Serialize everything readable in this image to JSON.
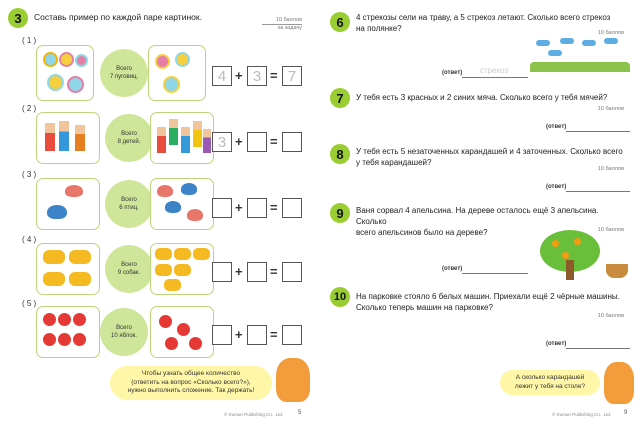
{
  "left": {
    "task_num": "3",
    "instruction": "Составь пример по каждой паре картинок.",
    "points_line1": "10 баллов",
    "points_line2": "за задачу",
    "rows": [
      {
        "label": "( 1 )",
        "oval_l1": "Всего",
        "oval_l2": "7 пуговиц.",
        "box_a": "4",
        "box_b": "3",
        "box_c": "7"
      },
      {
        "label": "( 2 )",
        "oval_l1": "Всего",
        "oval_l2": "8 детей.",
        "box_a": "3",
        "box_b": "",
        "box_c": ""
      },
      {
        "label": "( 3 )",
        "oval_l1": "Всего",
        "oval_l2": "6 птиц.",
        "box_a": "",
        "box_b": "",
        "box_c": ""
      },
      {
        "label": "( 4 )",
        "oval_l1": "Всего",
        "oval_l2": "9 собак.",
        "box_a": "",
        "box_b": "",
        "box_c": ""
      },
      {
        "label": "( 5 )",
        "oval_l1": "Всего",
        "oval_l2": "10 яблок.",
        "box_a": "",
        "box_b": "",
        "box_c": ""
      }
    ],
    "plus": "+",
    "equals": "=",
    "hint_l1": "Чтобы узнать общее количество",
    "hint_l2": "(ответить на вопрос «Сколько всего?»),",
    "hint_l3": "нужно выполнить сложение. Так держать!",
    "copyright": "© Kumon Publishing Co., Ltd.",
    "page_no": "5"
  },
  "right": {
    "tasks": [
      {
        "num": "6",
        "l1": "4 стрекозы сели на траву, а 5 стрекоз летают. Сколько всего стрекоз",
        "l2": "на полянке?",
        "points": "10 баллов",
        "answer_label": "(ответ)",
        "answer_hint": "стрекоз"
      },
      {
        "num": "7",
        "l1": "У тебя есть 3 красных и 2 синих мяча. Сколько всего у тебя мячей?",
        "l2": "",
        "points": "10 баллов",
        "answer_label": "(ответ)",
        "answer_hint": ""
      },
      {
        "num": "8",
        "l1": "У тебя есть 5 незаточенных карандашей и 4 заточенных. Сколько всего",
        "l2": "у тебя карандашей?",
        "points": "10 баллов",
        "answer_label": "(ответ)",
        "answer_hint": ""
      },
      {
        "num": "9",
        "l1": "Ваня сорвал 4 апельсина. На дереве осталось ещё 3 апельсина. Сколько",
        "l2": "всего апельсинов было на дереве?",
        "points": "10 баллов",
        "answer_label": "(ответ)",
        "answer_hint": ""
      },
      {
        "num": "10",
        "l1": "На парковке стояло 6 белых машин. Приехали ещё 2 чёрные машины.",
        "l2": "Сколько теперь машин на парковке?",
        "points": "10 баллов",
        "answer_label": "(ответ)",
        "answer_hint": ""
      }
    ],
    "hint_l1": "А сколько карандашей",
    "hint_l2": "лежит у тебя на столе?",
    "copyright": "© Kumon Publishing Co., Ltd.",
    "page_no": "9"
  },
  "colors": {
    "accent": "#9acd32",
    "card_border": "#b9d77a",
    "oval": "#cfe69a",
    "hint": "#fff6a8"
  }
}
